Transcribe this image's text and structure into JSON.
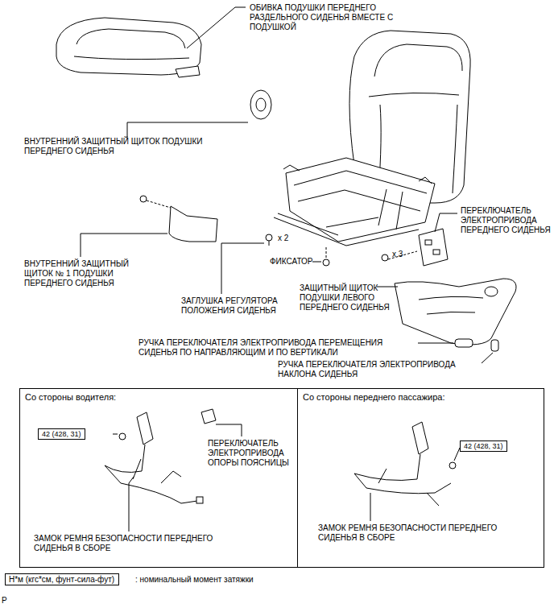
{
  "diagram": {
    "nodes": [
      {
        "text": [
          "Со стороны водителя:"
        ]
      },
      {
        "text": [
          "42 (428, 31)"
        ],
        "in": 0
      },
      {
        "text": [
          "Со стороны переднего пассажира:"
        ]
      },
      {
        "text": [
          "42 (428, 31)"
        ],
        "in": 2
      },
      {
        "text": [
          "Н*м (кгс*см, фунт-сила-фут)"
        ]
      }
    ],
    "edges": [],
    "labels": [
      "ОБИВКА ПОДУШКИ ПЕРЕДНЕГО РАЗДЕЛЬНОГО СИДЕНЬЯ ВМЕСТЕ С ПОДУШКОЙ",
      "ВНУТРЕННИЙ ЗАЩИТНЫЙ ЩИТОК ПОДУШКИ ПЕРЕДНЕГО СИДЕНЬЯ",
      "ВНУТРЕННИЙ ЗАЩИТНЫЙ ЩИТОК № 1 ПОДУШКИ ПЕРЕДНЕГО СИДЕНЬЯ",
      "x 2",
      "ЗАГЛУШКА РЕГУЛЯТОРА ПОЛОЖЕНИЯ СИДЕНЬЯ",
      "ФИКСАТОР",
      "x 3",
      "ПЕРЕКЛЮЧАТЕЛЬ ЭЛЕКТРОПРИВОДА ПЕРЕДНЕГО СИДЕНЬЯ",
      "ЗАЩИТНЫЙ ЩИТОК ПОДУШКИ ЛЕВОГО ПЕРЕДНЕГО СИДЕНЬЯ",
      "РУЧКА ПЕРЕКЛЮЧАТЕЛЯ ЭЛЕКТРОПРИВОДА ПЕРЕМЕЩЕНИЯ СИДЕНЬЯ ПО НАПРАВЛЯЮЩИМ И ПО ВЕРТИКАЛИ",
      "РУЧКА ПЕРЕКЛЮЧАТЕЛЯ ЭЛЕКТРОПРИВОДА НАКЛОНА СИДЕНЬЯ",
      "ПЕРЕКЛЮЧАТЕЛЬ ЭЛЕКТРОПРИВОДА ОПОРЫ ПОЯСНИЦЫ",
      "ЗАМОК РЕМНЯ БЕЗОПАСНОСТИ ПЕРЕДНЕГО СИДЕНЬЯ В СБОРЕ",
      "ЗАМОК РЕМНЯ БЕЗОПАСНОСТИ ПЕРЕДНЕГО СИДЕНЬЯ В СБОРЕ",
      ": номинальный момент затяжки",
      "P"
    ]
  }
}
